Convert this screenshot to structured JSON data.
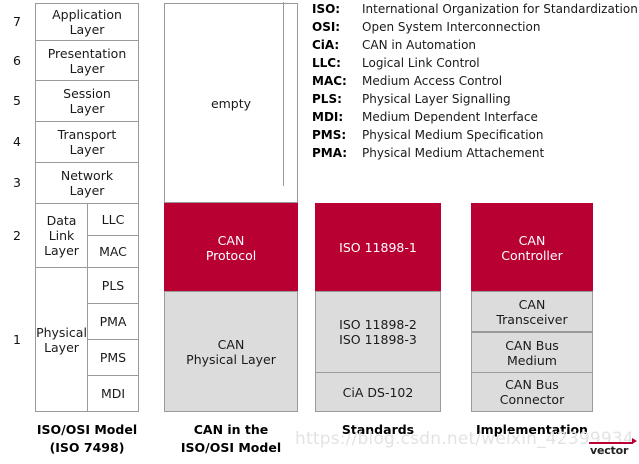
{
  "diagram": {
    "title": "CAN in the ISO/OSI Model",
    "colors": {
      "accent_red": "#b80032",
      "fill_gray": "#dcdcdc",
      "border_gray": "#9a9a9a",
      "white": "#ffffff"
    }
  },
  "osi_column": {
    "caption": "ISO/OSI Model\n(ISO 7498)",
    "layer_numbers": [
      "7",
      "6",
      "5",
      "4",
      "3",
      "2",
      "1"
    ],
    "layers": [
      {
        "number": "7",
        "label": "Application\nLayer"
      },
      {
        "number": "6",
        "label": "Presentation\nLayer"
      },
      {
        "number": "5",
        "label": "Session\nLayer"
      },
      {
        "number": "4",
        "label": "Transport\nLayer"
      },
      {
        "number": "3",
        "label": "Network\nLayer"
      },
      {
        "number": "2",
        "label": "Data Link\nLayer"
      },
      {
        "number": "1",
        "label": "Physical\nLayer"
      }
    ],
    "sublayers": [
      {
        "label": "LLC",
        "parent": "Data Link Layer"
      },
      {
        "label": "MAC",
        "parent": "Data Link Layer"
      },
      {
        "label": "PLS",
        "parent": "Physical Layer"
      },
      {
        "label": "PMA",
        "parent": "Physical Layer"
      },
      {
        "label": "PMS",
        "parent": "Physical Layer"
      },
      {
        "label": "MDI",
        "parent": "Physical Layer"
      }
    ]
  },
  "can_column": {
    "caption": "CAN in the\nISO/OSI Model",
    "blocks": [
      {
        "label": "empty",
        "fill": "white"
      },
      {
        "label": "CAN\nProtocol",
        "fill": "red"
      },
      {
        "label": "CAN\nPhysical Layer",
        "fill": "gray"
      }
    ]
  },
  "standards_column": {
    "caption": "Standards",
    "blocks": [
      {
        "label": "ISO 11898-1",
        "fill": "red"
      },
      {
        "label": "ISO 11898-2\nISO 11898-3",
        "fill": "gray"
      },
      {
        "label": "CiA DS-102",
        "fill": "gray"
      }
    ]
  },
  "implementation_column": {
    "caption": "Implementation",
    "blocks": [
      {
        "label": "CAN\nController",
        "fill": "red"
      },
      {
        "label": "CAN\nTransceiver",
        "fill": "gray"
      },
      {
        "label": "CAN Bus\nMedium",
        "fill": "gray"
      },
      {
        "label": "CAN Bus\nConnector",
        "fill": "gray"
      }
    ]
  },
  "legend": {
    "entries": [
      {
        "abbr": "ISO:",
        "text": "International Organization for Standardization"
      },
      {
        "abbr": "OSI:",
        "text": "Open System Interconnection"
      },
      {
        "abbr": "CiA:",
        "text": "CAN in Automation"
      },
      {
        "abbr": "LLC:",
        "text": "Logical Link Control"
      },
      {
        "abbr": "MAC:",
        "text": "Medium Access Control"
      },
      {
        "abbr": "PLS:",
        "text": "Physical Layer Signalling"
      },
      {
        "abbr": "MDI:",
        "text": "Medium Dependent Interface"
      },
      {
        "abbr": "PMS:",
        "text": "Physical Medium Specification"
      },
      {
        "abbr": "PMA:",
        "text": "Physical Medium Attachement"
      }
    ]
  },
  "watermark": {
    "url": "https://blog.csdn.net/weixin_42399934"
  },
  "logo": {
    "text": "vector"
  }
}
